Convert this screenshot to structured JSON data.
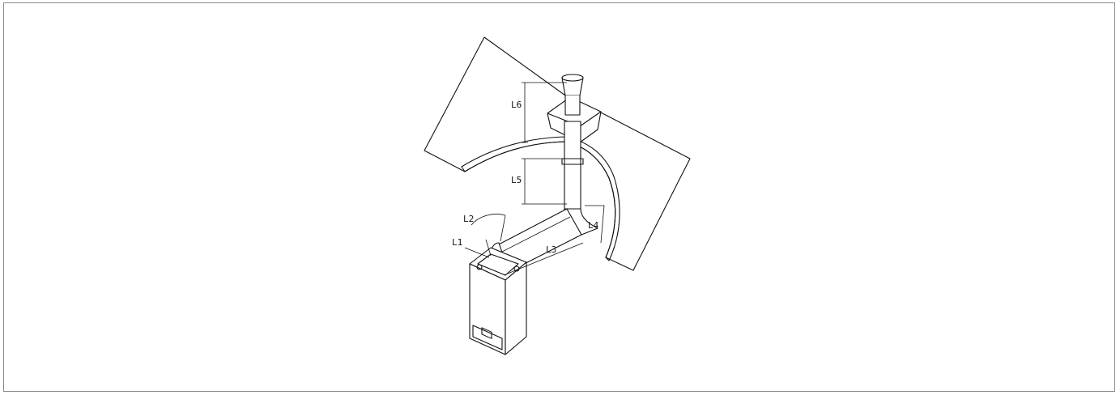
{
  "diagram": {
    "labels": {
      "L1": "L1",
      "L2": "L2",
      "L3": "L3",
      "L4": "L4",
      "L5": "L5",
      "L6": "L6"
    }
  }
}
